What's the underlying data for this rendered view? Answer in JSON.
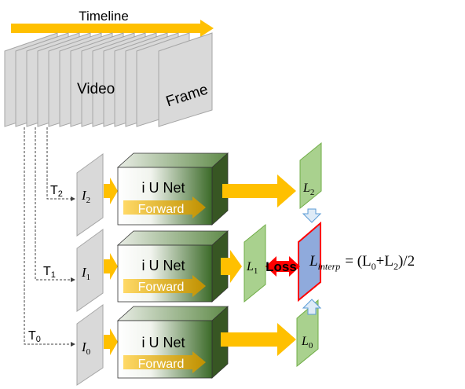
{
  "timeline_label": "Timeline",
  "video_label": "Video",
  "frame_label": "Frame",
  "net_label": "i U Net",
  "forward_label": "Forward",
  "loss_label": "Loss",
  "time_labels": {
    "t2": "T",
    "t2_sub": "2",
    "t1": "T",
    "t1_sub": "1",
    "t0": "T",
    "t0_sub": "0"
  },
  "input_labels": {
    "i2": "I",
    "i2_sub": "2",
    "i1": "I",
    "i1_sub": "1",
    "i0": "I",
    "i0_sub": "0"
  },
  "output_labels": {
    "l2": "L",
    "l2_sub": "2",
    "l1": "L",
    "l1_sub": "1",
    "l0": "L",
    "l0_sub": "0"
  },
  "interp": {
    "symbol": "L",
    "sub": "interp",
    "rhs": "= (L",
    "rhs_sub0": "0",
    "plus": "+L",
    "rhs_sub2": "2",
    "tail": ")/2"
  },
  "colors": {
    "arrow": "#FFC000",
    "frame_fill": "#D9D9D9",
    "frame_stroke": "#A6A6A6",
    "output_fill": "#A9D18E",
    "output_stroke": "#70AD47",
    "interp_fill": "#8FAADC",
    "interp_stroke": "#FF0000",
    "loss_arrow": "#FF0000",
    "up_arrow": "#DEEBF7"
  }
}
